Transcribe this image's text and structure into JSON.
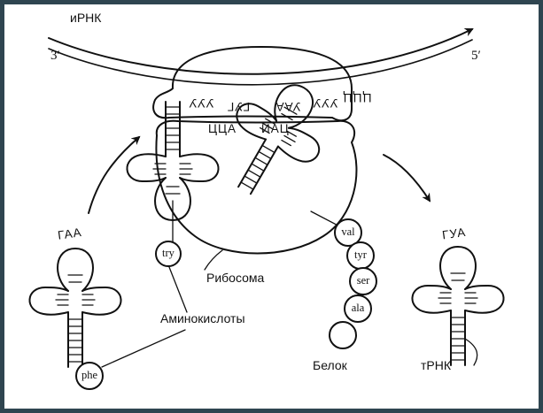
{
  "labels": {
    "mrna": "иРНК",
    "end3": "3′",
    "end5": "5′",
    "ribosome": "Рибосома",
    "amino_acids": "Аминокислоты",
    "protein": "Белок",
    "trna": "тРНК"
  },
  "codons": [
    "УУУ",
    "ГУГ",
    "УАА",
    "УУУ",
    "ЦЦЦ"
  ],
  "anticodons": {
    "ribosome_left": "ЦЦА",
    "ribosome_right": "ИАЦ",
    "incoming": "ГАА",
    "outgoing": "ГУА"
  },
  "amino": {
    "try": "try",
    "phe": "phe",
    "chain": [
      "val",
      "tyr",
      "ser",
      "ala",
      ""
    ]
  }
}
